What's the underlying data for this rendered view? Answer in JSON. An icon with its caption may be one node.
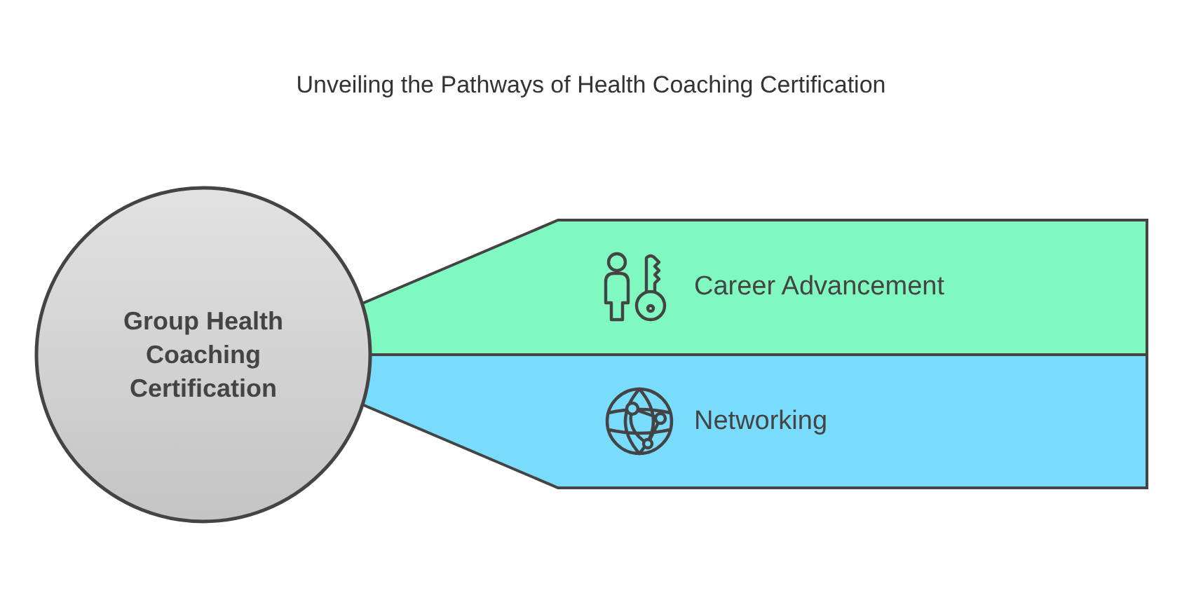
{
  "diagram": {
    "title": "Unveiling the Pathways of Health Coaching Certification",
    "nodes": [
      {
        "text": [
          "Group Health Coaching Certification"
        ]
      },
      {
        "text": [
          "Career Advancement"
        ]
      },
      {
        "text": [
          "Networking"
        ]
      }
    ]
  }
}
